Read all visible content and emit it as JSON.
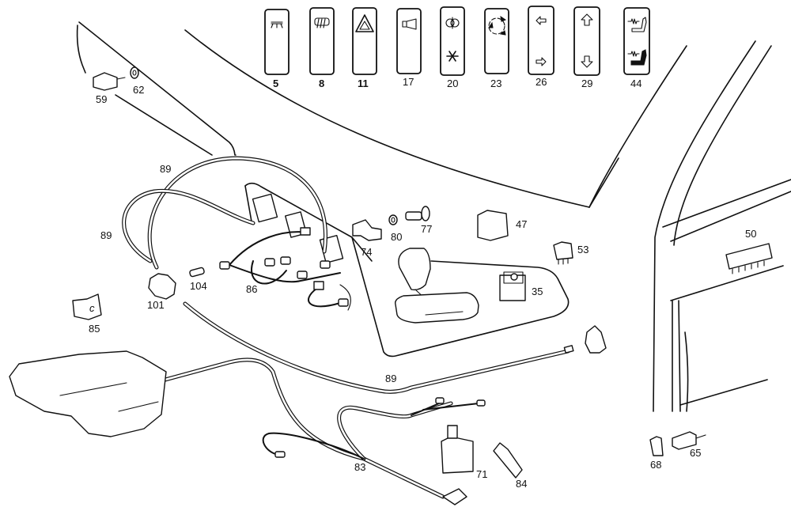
{
  "diagram": {
    "title": "Instrument panel and center console switches / wiring — exploded parts view",
    "switch_panel": [
      {
        "id": "5",
        "icon": "interior-light-icon",
        "bold": true
      },
      {
        "id": "8",
        "icon": "rear-window-defroster-icon",
        "bold": true
      },
      {
        "id": "11",
        "icon": "hazard-warning-triangle-icon",
        "bold": true
      },
      {
        "id": "17",
        "icon": "horn-icon",
        "bold": false
      },
      {
        "id": "20",
        "icon": "rear-fog-and-ac-snowflake-icon",
        "bold": false
      },
      {
        "id": "23",
        "icon": "recirculation-arrows-icon",
        "bold": false
      },
      {
        "id": "26",
        "icon": "left-right-arrows-icon",
        "bold": false
      },
      {
        "id": "29",
        "icon": "up-down-arrows-icon",
        "bold": false
      },
      {
        "id": "44",
        "icon": "seat-heater-icon",
        "bold": false
      }
    ],
    "part_labels": {
      "p59": "59",
      "p62": "62",
      "p89a": "89",
      "p89b": "89",
      "p89c": "89",
      "p101": "101",
      "p104": "104",
      "p86": "86",
      "p85": "85",
      "p74": "74",
      "p80": "80",
      "p77": "77",
      "p47": "47",
      "p53": "53",
      "p35": "35",
      "p50": "50",
      "p83": "83",
      "p71": "71",
      "p84": "84",
      "p68": "68",
      "p65": "65"
    }
  }
}
